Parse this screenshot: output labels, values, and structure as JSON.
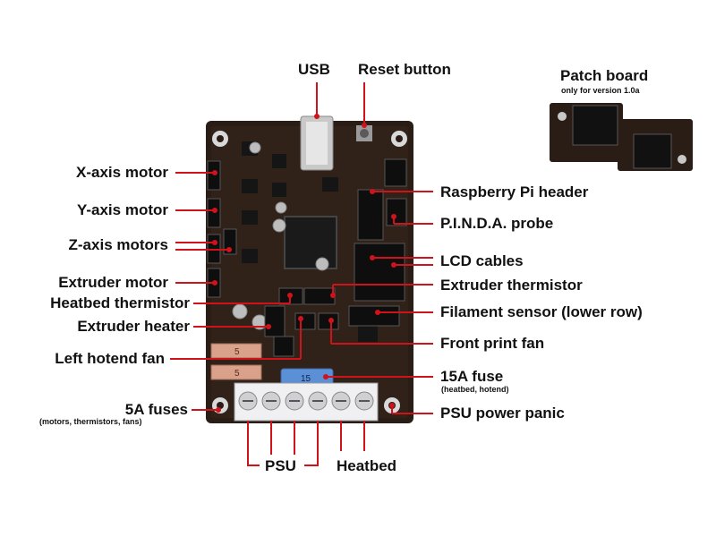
{
  "labels": {
    "usb": "USB",
    "reset_button": "Reset button",
    "patch_board": "Patch board",
    "patch_board_note": "only for version 1.0a",
    "x_axis_motor": "X-axis motor",
    "y_axis_motor": "Y-axis motor",
    "z_axis_motors": "Z-axis motors",
    "extruder_motor": "Extruder motor",
    "heatbed_thermistor": "Heatbed thermistor",
    "extruder_heater": "Extruder heater",
    "left_hotend_fan": "Left hotend fan",
    "fuses_5a": "5A fuses",
    "fuses_5a_note": "(motors, thermistors, fans)",
    "raspberry_pi_header": "Raspberry Pi header",
    "pinda_probe": "P.I.N.D.A. probe",
    "lcd_cables": "LCD cables",
    "extruder_thermistor": "Extruder thermistor",
    "filament_sensor": "Filament sensor (lower row)",
    "front_print_fan": "Front print fan",
    "fuse_15a": "15A fuse",
    "fuse_15a_note": "(heatbed, hotend)",
    "psu_power_panic": "PSU power panic",
    "psu": "PSU",
    "heatbed": "Heatbed"
  },
  "board": {
    "fuse_5a_marking": "5",
    "fuse_15a_marking": "15"
  },
  "colors": {
    "pcb": "#2a1d16",
    "pointer": "#d0121b",
    "fuse_5a": "#d9a08a",
    "fuse_15a": "#5b8fd6",
    "terminal": "#e8e8ea"
  }
}
